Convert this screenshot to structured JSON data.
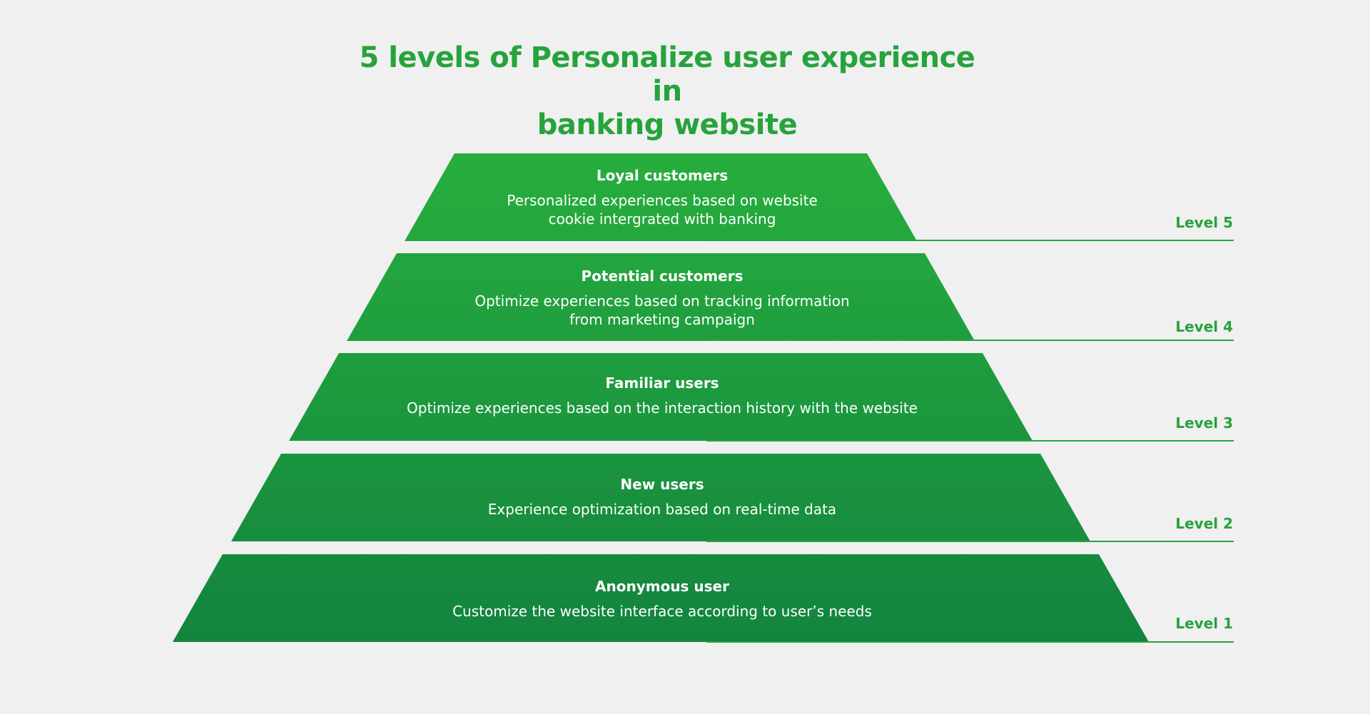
{
  "diagram": {
    "title": {
      "line1": "5 levels of Personalize user experience in",
      "line2": "banking website"
    },
    "colors": {
      "title": "#26a33c",
      "tier_top": "#27ae3d",
      "tier_bottom": "#13843f",
      "level_label": "#26a33c"
    },
    "tiers": [
      {
        "level": "Level 5",
        "heading": "Loyal customers",
        "description_line1": "Personalized experiences based on website",
        "description_line2": "cookie intergrated with banking"
      },
      {
        "level": "Level 4",
        "heading": "Potential customers",
        "description_line1": "Optimize experiences based on tracking information",
        "description_line2": "from marketing campaign"
      },
      {
        "level": "Level 3",
        "heading": "Familiar users",
        "description_line1": "Optimize experiences based on the interaction history with the website"
      },
      {
        "level": "Level 2",
        "heading": "New users",
        "description_line1": "Experience optimization based on real-time data"
      },
      {
        "level": "Level 1",
        "heading": "Anonymous user",
        "description_line1": "Customize the website interface according to user’s needs"
      }
    ]
  }
}
